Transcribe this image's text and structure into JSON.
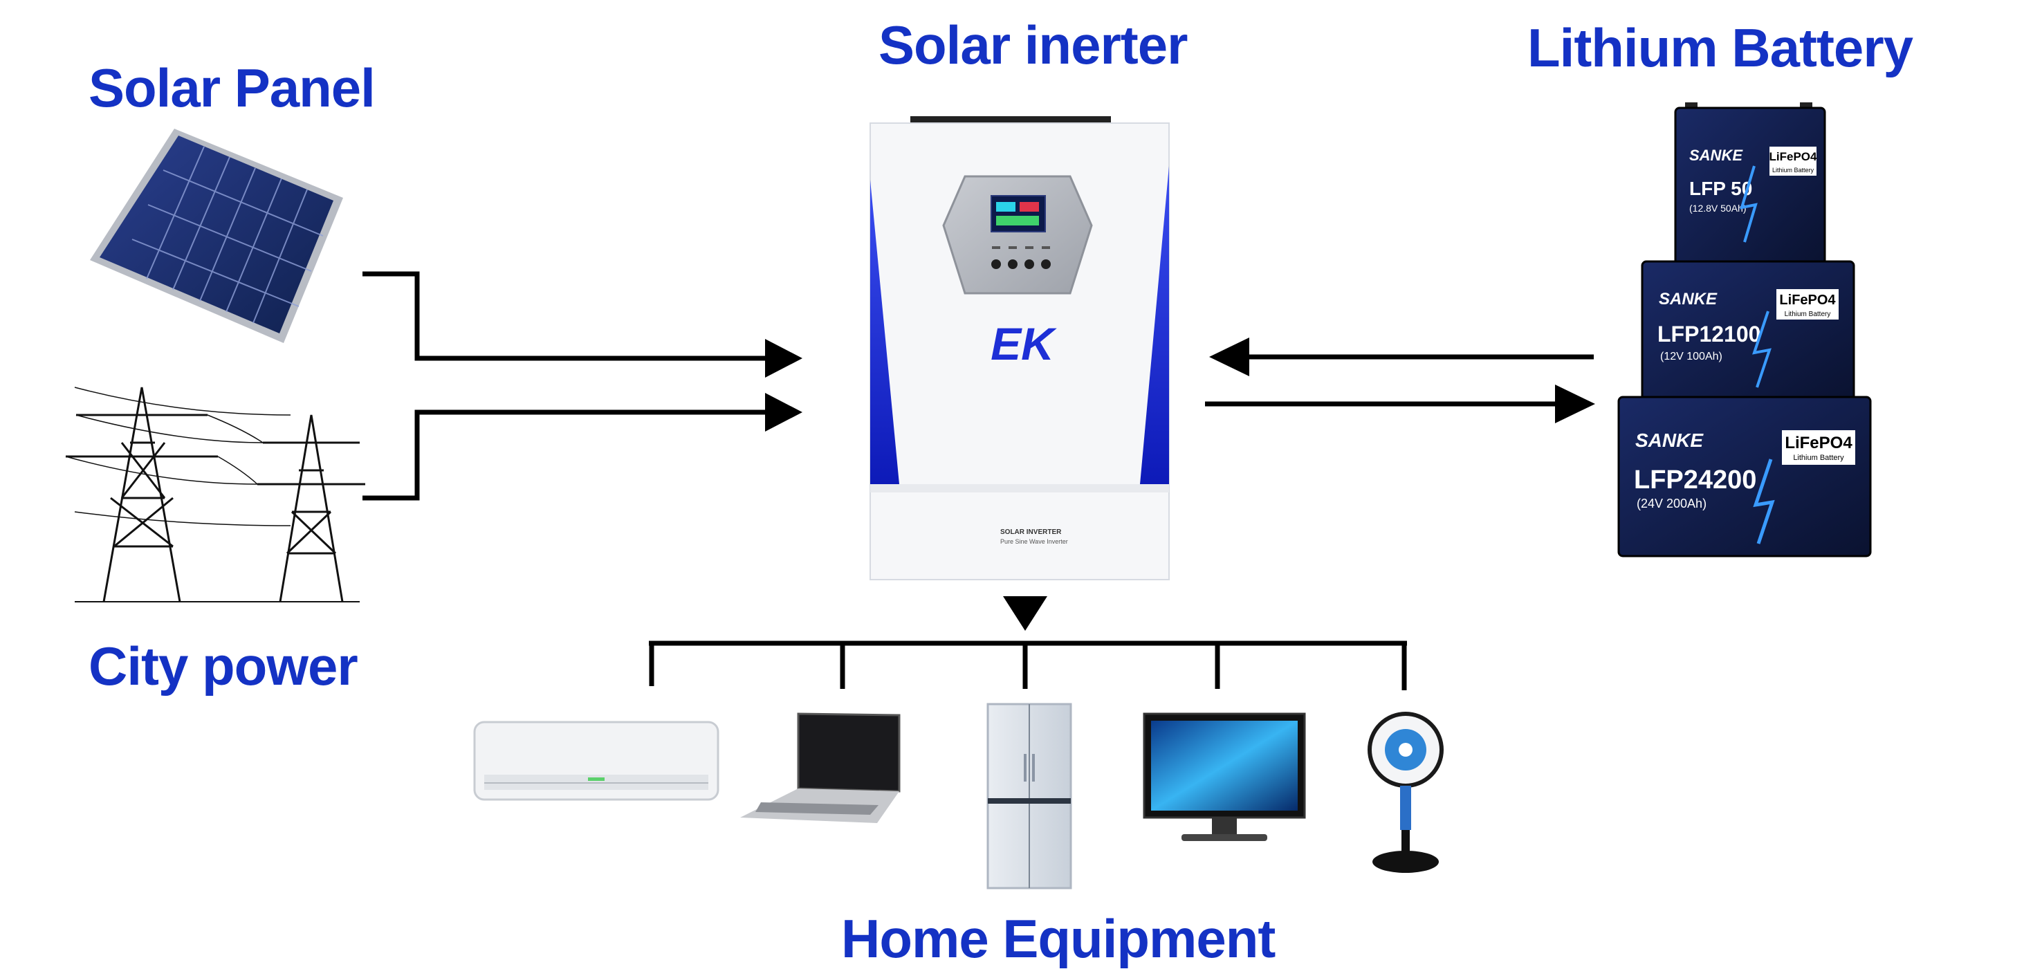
{
  "labels": {
    "solar_panel": "Solar Panel",
    "city_power": "City power",
    "solar_inverter": "Solar inerter",
    "lithium_battery": "Lithium Battery",
    "home_equipment": "Home Equipment"
  },
  "inverter": {
    "brand_mark": "EK",
    "model_line1": "SOLAR INVERTER",
    "model_line2": "Pure Sine Wave Inverter"
  },
  "batteries": [
    {
      "brand": "SANKE",
      "chem": "LiFePO4",
      "sub": "Lithium Battery",
      "model": "LFP 50",
      "spec": "(12.8V 50Ah)"
    },
    {
      "brand": "SANKE",
      "chem": "LiFePO4",
      "sub": "Lithium Battery",
      "model": "LFP12100",
      "spec": "(12V 100Ah)"
    },
    {
      "brand": "SANKE",
      "chem": "LiFePO4",
      "sub": "Lithium Battery",
      "model": "LFP24200",
      "spec": "(24V 200Ah)"
    }
  ],
  "appliances": [
    "air-conditioner",
    "laptop",
    "refrigerator",
    "monitor",
    "standing-fan"
  ],
  "colors": {
    "label_blue": "#1432c4",
    "arrow": "#000000",
    "battery_body": "#0d1b3a",
    "inverter_accent": "#1d2fd6"
  }
}
